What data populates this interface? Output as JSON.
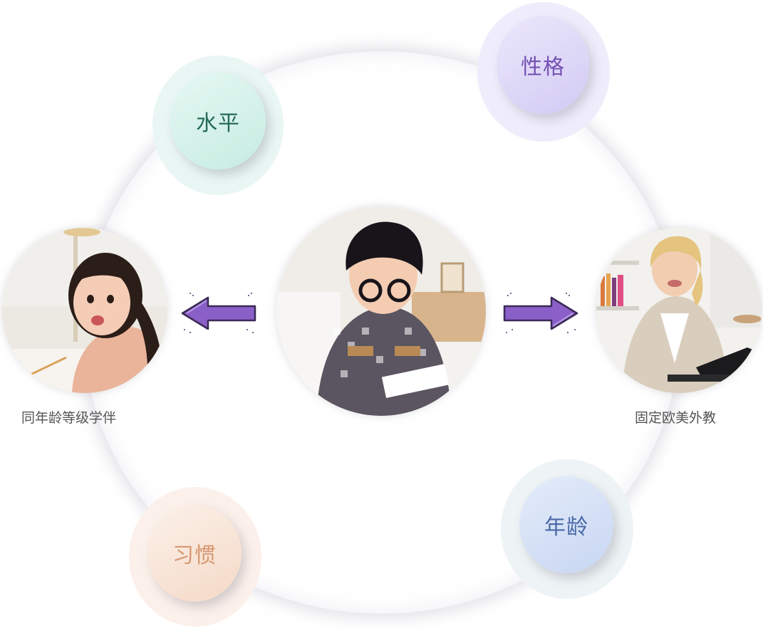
{
  "bubbles": {
    "shuiping": "水平",
    "xingge": "性格",
    "xiguan": "习惯",
    "nianling": "年龄"
  },
  "captions": {
    "left": "同年龄等级学伴",
    "right": "固定欧美外教"
  },
  "icons": {
    "left_arrow": "arrow-left-icon",
    "right_arrow": "arrow-right-icon"
  },
  "colors": {
    "arrow_fill": "#8a5fc8",
    "arrow_stroke": "#3b2a55",
    "shuiping_text": "#256b56",
    "xingge_text": "#7652b4",
    "xiguan_text": "#d79670",
    "nianling_text": "#4a6aa8"
  }
}
